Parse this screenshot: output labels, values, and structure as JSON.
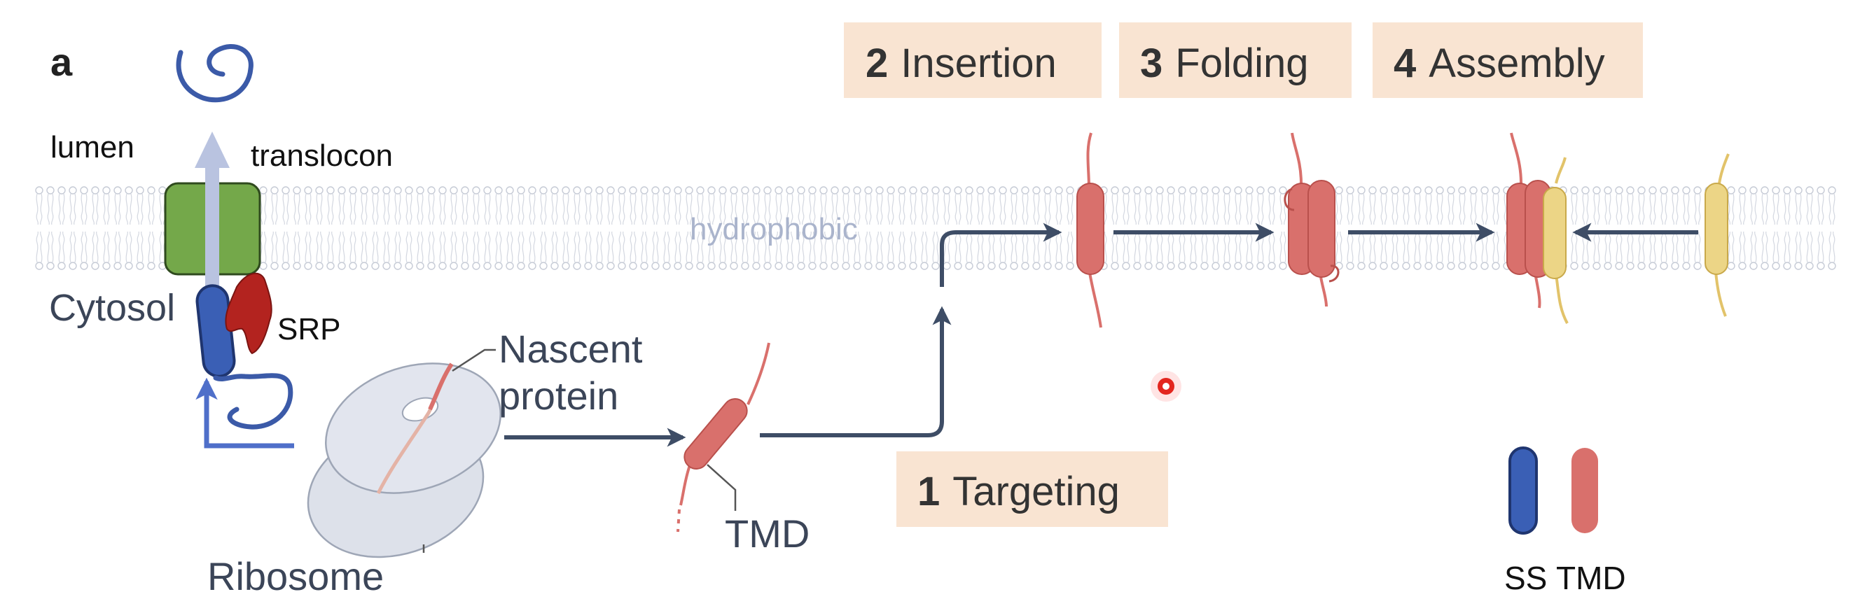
{
  "panel_label": "a",
  "labels": {
    "lumen": "lumen",
    "translocon": "translocon",
    "cytosol": "Cytosol",
    "srp": "SRP",
    "hydrophobic": "hydrophobic",
    "nascent_line1": "Nascent",
    "nascent_line2": "protein",
    "ribosome": "Ribosome",
    "tmd": "TMD"
  },
  "steps": [
    {
      "num": "1",
      "label": "Targeting"
    },
    {
      "num": "2",
      "label": "Insertion"
    },
    {
      "num": "3",
      "label": "Folding"
    },
    {
      "num": "4",
      "label": "Assembly"
    }
  ],
  "legend": [
    {
      "label": "SS",
      "color": "#3a5fb5"
    },
    {
      "label": "TMD",
      "color": "#d9706c"
    }
  ],
  "colors": {
    "step_box": "#f9e4d2",
    "arrow": "#3e4d66",
    "blue_arrow": "#4f6fc9",
    "tmd": "#d9706c",
    "tmd_dark": "#b9504c",
    "signal_sequence": "#3a5fb5",
    "srp": "#b3231f",
    "translocon": "#74a84a",
    "partner_tmd": "#ecd586",
    "ribosome": "#dde1ea",
    "membrane_text": "#aab4cc"
  }
}
